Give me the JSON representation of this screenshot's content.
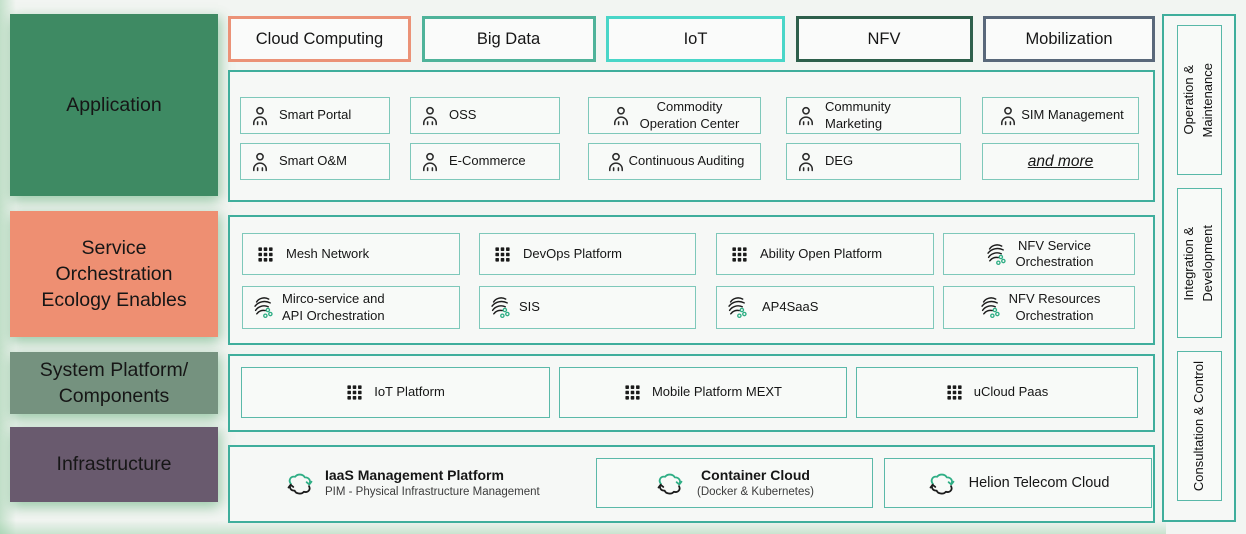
{
  "left_labels": [
    {
      "label": "Application",
      "color": "#3e8a63"
    },
    {
      "label": "Service\nOrchestration\nEcology Enables",
      "color": "#ee8f72"
    },
    {
      "label": "System Platform/\nComponents",
      "color": "#75927f"
    },
    {
      "label": "Infrastructure",
      "color": "#695a6e"
    }
  ],
  "top_chips": [
    {
      "label": "Cloud Computing",
      "border_color": "#eb9277"
    },
    {
      "label": "Big Data",
      "border_color": "#4fb39a"
    },
    {
      "label": "IoT",
      "border_color": "#49d6c8"
    },
    {
      "label": "NFV",
      "border_color": "#2d5f4b"
    },
    {
      "label": "Mobilization",
      "border_color": "#59687a"
    }
  ],
  "application": {
    "row1": [
      {
        "icon": "user-icon",
        "label": "Smart Portal"
      },
      {
        "icon": "user-icon",
        "label": "OSS"
      },
      {
        "icon": "user-icon",
        "label": "Commodity\nOperation Center"
      },
      {
        "icon": "user-icon",
        "label": "Community\nMarketing"
      },
      {
        "icon": "user-icon",
        "label": "SIM Management"
      }
    ],
    "row2": [
      {
        "icon": "user-icon",
        "label": "Smart O&M"
      },
      {
        "icon": "user-icon",
        "label": "E-Commerce"
      },
      {
        "icon": "user-icon",
        "label": "Continuous Auditing"
      },
      {
        "icon": "user-icon",
        "label": "DEG"
      },
      {
        "icon": "none",
        "label": "and more"
      }
    ]
  },
  "service": {
    "row1": [
      {
        "icon": "grid-icon",
        "label": "Mesh Network"
      },
      {
        "icon": "grid-icon",
        "label": "DevOps Platform"
      },
      {
        "icon": "grid-icon",
        "label": "Ability Open Platform"
      },
      {
        "icon": "flow-icon",
        "label": "NFV Service\nOrchestration"
      }
    ],
    "row2": [
      {
        "icon": "flow-icon",
        "label": "Mirco-service and\nAPI Orchestration"
      },
      {
        "icon": "flow-icon",
        "label": "SIS"
      },
      {
        "icon": "flow-icon",
        "label": "AP4SaaS"
      },
      {
        "icon": "flow-icon",
        "label": "NFV Resources\nOrchestration"
      }
    ]
  },
  "platform": {
    "items": [
      {
        "icon": "grid-icon",
        "label": "IoT Platform"
      },
      {
        "icon": "grid-icon",
        "label": "Mobile Platform MEXT"
      },
      {
        "icon": "grid-icon",
        "label": "uCloud Paas"
      }
    ]
  },
  "infrastructure": {
    "primary": {
      "icon": "cloud-sync-icon",
      "title": "IaaS Management Platform",
      "subtitle": "PIM - Physical Infrastructure Management"
    },
    "items": [
      {
        "icon": "cloud-sync-icon",
        "title": "Container Cloud",
        "subtitle": "(Docker & Kubernetes)"
      },
      {
        "icon": "cloud-sync-icon",
        "title": "Helion Telecom Cloud"
      }
    ]
  },
  "sidebar": {
    "items": [
      {
        "label": "Operation &\nMaintenance"
      },
      {
        "label": "Integration &\nDevelopment"
      },
      {
        "label": "Consultation & Control"
      }
    ]
  },
  "palette": {
    "background": "#f2f5f2",
    "band_border": "#3fae9c",
    "item_border": "#7ec8ba",
    "accent_green_icon": "#2fae85",
    "application_green": "#3e8a63",
    "service_salmon": "#ee8f72",
    "platform_graygreen": "#75927f",
    "infrastructure_purple": "#695a6e"
  }
}
